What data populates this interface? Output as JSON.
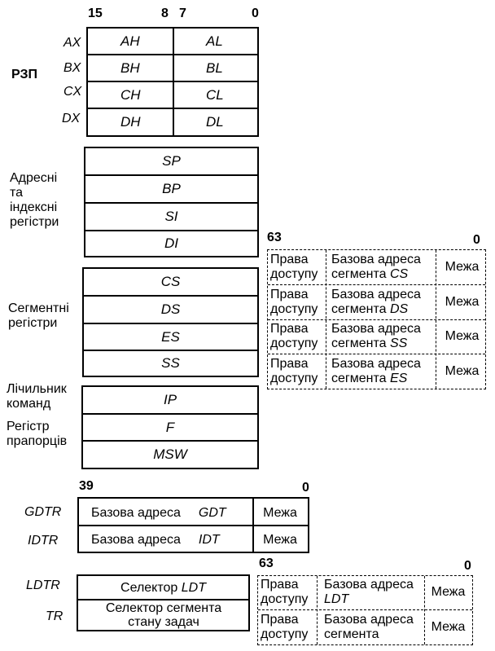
{
  "gp": {
    "group_label": "РЗП",
    "bits": {
      "b15": "15",
      "b8": "8",
      "b7": "7",
      "b0": "0"
    },
    "rows": [
      {
        "name": "AX",
        "high": "AH",
        "low": "AL"
      },
      {
        "name": "BX",
        "high": "BH",
        "low": "BL"
      },
      {
        "name": "CX",
        "high": "CH",
        "low": "CL"
      },
      {
        "name": "DX",
        "high": "DH",
        "low": "DL"
      }
    ]
  },
  "index": {
    "group_label": "Адресні\nта\nіндексні\nрегістри",
    "regs": [
      "SP",
      "BP",
      "SI",
      "DI"
    ]
  },
  "segment": {
    "group_label": "Сегментні\nрегістри",
    "regs": [
      "CS",
      "DS",
      "ES",
      "SS"
    ]
  },
  "control": {
    "counter_label": "Лічильник\nкоманд",
    "flags_label": "Регістр\nпрапорців",
    "regs": [
      "IP",
      "F",
      "MSW"
    ]
  },
  "desc_cache": {
    "bit_high": "63",
    "bit_low": "0",
    "rows": [
      {
        "access": "Права доступу",
        "base": "Базова адреса сегмента",
        "seg": "CS",
        "limit": "Межа"
      },
      {
        "access": "Права доступу",
        "base": "Базова адреса сегмента",
        "seg": "DS",
        "limit": "Межа"
      },
      {
        "access": "Права доступу",
        "base": "Базова адреса сегмента",
        "seg": "SS",
        "limit": "Межа"
      },
      {
        "access": "Права доступу",
        "base": "Базова адреса сегмента",
        "seg": "ES",
        "limit": "Межа"
      }
    ]
  },
  "table_regs": {
    "bit_high": "39",
    "bit_low": "0",
    "rows": [
      {
        "name": "GDTR",
        "base": "Базова адреса",
        "table": "GDT",
        "limit": "Межа"
      },
      {
        "name": "IDTR",
        "base": "Базова адреса",
        "table": "IDT",
        "limit": "Межа"
      }
    ]
  },
  "sel_regs": {
    "ldtr": {
      "name": "LDTR",
      "text": "Селектор",
      "table": "LDT"
    },
    "tr": {
      "name": "TR",
      "text": "Селектор сегмента стану задач"
    }
  },
  "sel_cache": {
    "bit_high": "63",
    "bit_low": "0",
    "rows": [
      {
        "access": "Права доступу",
        "base": "Базова адреса",
        "extra": "LDT",
        "limit": "Межа"
      },
      {
        "access": "Права доступу",
        "base": "Базова адреса сегмента",
        "extra": "",
        "limit": "Межа"
      }
    ]
  }
}
